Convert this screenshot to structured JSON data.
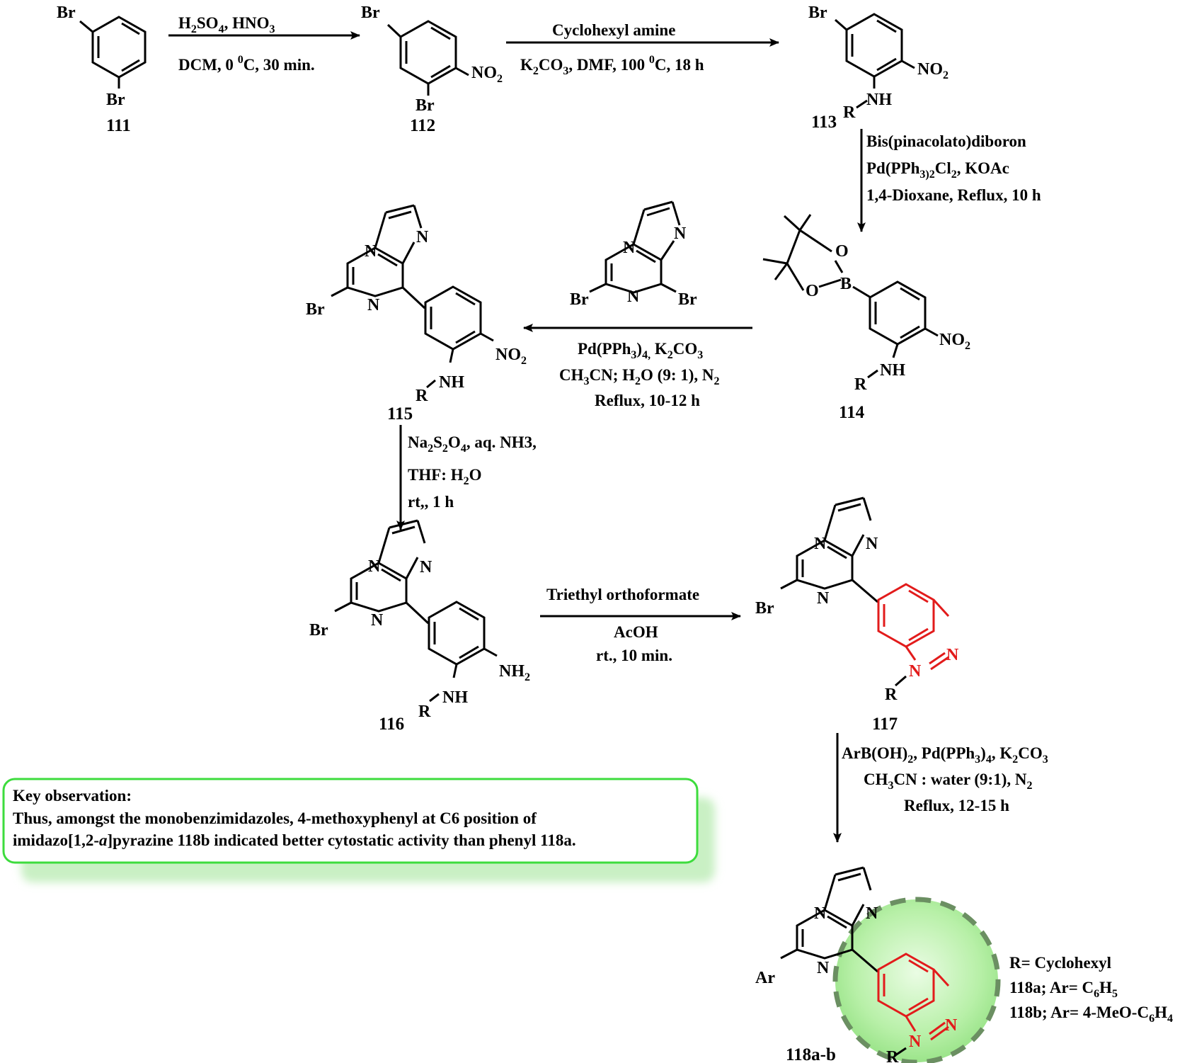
{
  "compounds": {
    "c111": {
      "label": "111",
      "atoms": {
        "br_top": "Br",
        "br_bottom": "Br"
      }
    },
    "c112": {
      "label": "112",
      "atoms": {
        "br_top": "Br",
        "br_bottom": "Br",
        "no2": "NO2"
      }
    },
    "c113": {
      "label": "113",
      "atoms": {
        "br": "Br",
        "no2": "NO2",
        "nh": "NH",
        "r": "R"
      }
    },
    "c114": {
      "label": "114",
      "atoms": {
        "o1": "O",
        "o2": "O",
        "b": "B",
        "no2": "NO2",
        "nh": "NH",
        "r": "R"
      }
    },
    "reagent_pyrazine": {
      "atoms": {
        "n1": "N",
        "n2": "N",
        "n3": "N",
        "br1": "Br",
        "br2": "Br"
      }
    },
    "c115": {
      "label": "115",
      "atoms": {
        "n1": "N",
        "n2": "N",
        "n3": "N",
        "br": "Br",
        "no2": "NO2",
        "nh": "NH",
        "r": "R"
      }
    },
    "c116": {
      "label": "116",
      "atoms": {
        "n1": "N",
        "n2": "N",
        "n3": "N",
        "br": "Br",
        "nh2": "NH2",
        "nh": "NH",
        "r": "R"
      }
    },
    "c117": {
      "label": "117",
      "atoms": {
        "n1": "N",
        "n2": "N",
        "n3": "N",
        "br": "Br",
        "bn1": "N",
        "bn2": "N",
        "r": "R"
      }
    },
    "c118": {
      "label": "118a-b",
      "atoms": {
        "n1": "N",
        "n2": "N",
        "n3": "N",
        "ar": "Ar",
        "bn1": "N",
        "bn2": "N",
        "r": "R"
      }
    }
  },
  "steps": {
    "s1": {
      "line1": "H2SO4, HNO3",
      "line2": "DCM, 0 0C, 30 min."
    },
    "s2": {
      "line1": "Cyclohexyl amine",
      "line2": "K2CO3, DMF, 100 0C, 18 h"
    },
    "s3": {
      "line1": "Bis(pinacolato)diboron",
      "line2": "Pd(PPh3)2Cl2, KOAc",
      "line3": "1,4-Dioxane, Reflux, 10 h"
    },
    "s4": {
      "line1": "Pd(PPh3)4, K2CO3",
      "line2": "CH3CN; H2O (9: 1), N2",
      "line3": "Reflux, 10-12 h"
    },
    "s5": {
      "line1": "Na2S2O4, aq. NH3,",
      "line2": "THF: H2O",
      "line3": "rt,, 1 h"
    },
    "s6": {
      "line1": "Triethyl orthoformate",
      "line2": "AcOH",
      "line3": "rt., 10 min."
    },
    "s7": {
      "line1": "ArB(OH)2, Pd(PPh3)4, K2CO3",
      "line2": "CH3CN : water (9:1), N2",
      "line3": "Reflux, 12-15 h"
    }
  },
  "key_observation": {
    "title": "Key observation:",
    "line1": "Thus, amongst the monobenzimidazoles, 4-methoxyphenyl at C6 position of",
    "line2a": "imidazo[1,2-",
    "line2b": "a",
    "line2c": "]pyrazine 118b indicated better cytostatic activity than phenyl 118a."
  },
  "legend": {
    "r_def": "R= Cyclohexyl",
    "a_def": "118a; Ar= C6H5",
    "b_def": "118b; Ar= 4-MeO-C6H4"
  },
  "colors": {
    "highlight_red": "#e21b1b",
    "box_border": "#3ddc3d",
    "sphere": "#b8f0a8"
  }
}
